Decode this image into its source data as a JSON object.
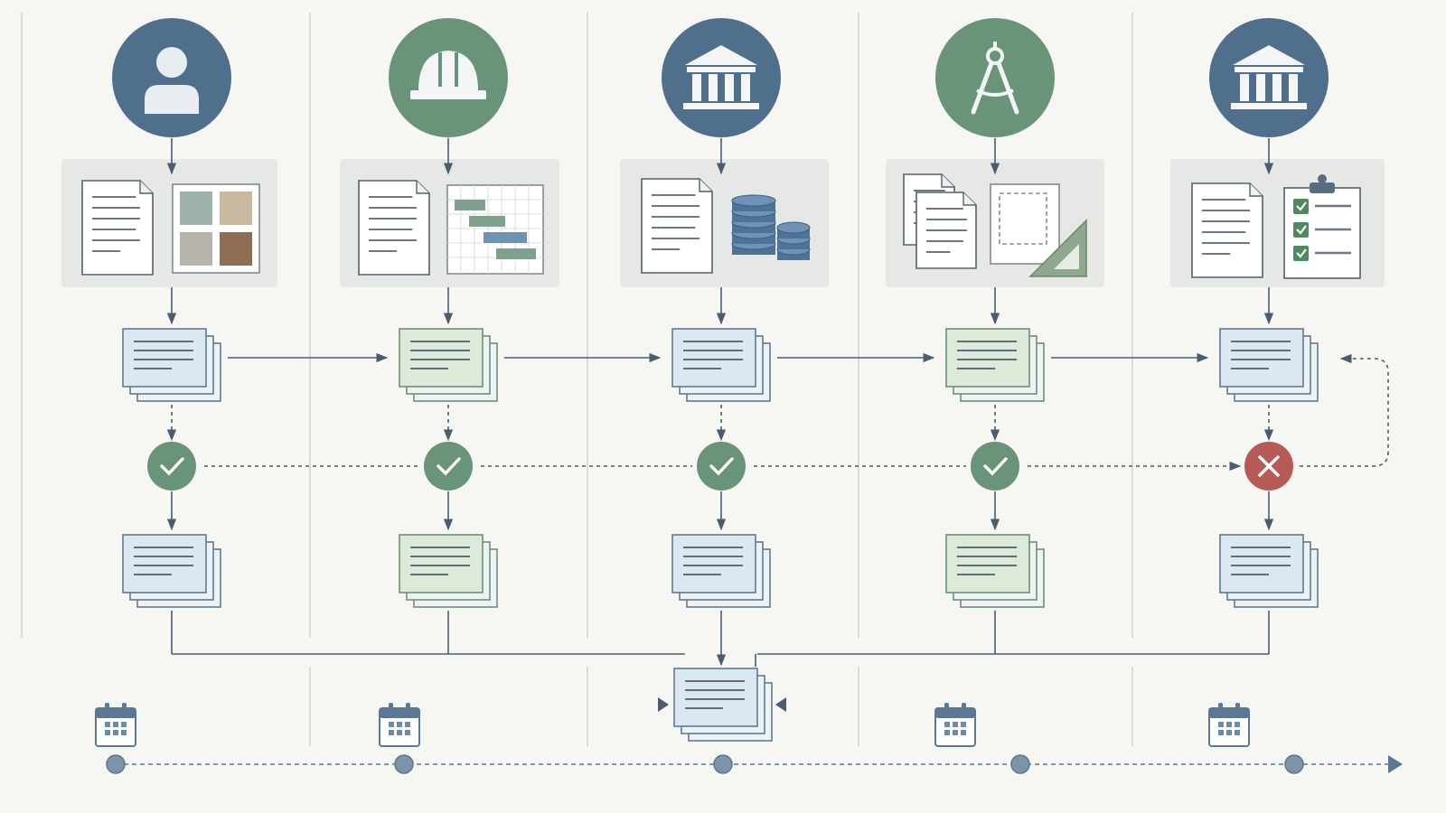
{
  "theme": {
    "background": "#f6f6f2",
    "blue": "#4f6f8c",
    "green": "#6a9479",
    "red": "#b75a57",
    "line": "#4a5d70",
    "doc_blue": "#dce8f1",
    "doc_green": "#dde9d9",
    "panel": "#e6e8e6"
  },
  "lanes": [
    {
      "role_icon": "person-icon",
      "role_color": "blue",
      "inputs": [
        "document-icon",
        "material-samples-icon"
      ],
      "package_color": "blue",
      "review": "approved",
      "revision_color": "blue",
      "has_calendar": true
    },
    {
      "role_icon": "hard-hat-icon",
      "role_color": "green",
      "inputs": [
        "document-icon",
        "gantt-schedule-icon"
      ],
      "package_color": "green",
      "review": "approved",
      "revision_color": "green",
      "has_calendar": true
    },
    {
      "role_icon": "government-building-icon",
      "role_color": "blue",
      "inputs": [
        "document-icon",
        "coins-stack-icon"
      ],
      "package_color": "blue",
      "review": "approved",
      "revision_color": "blue",
      "has_calendar": false
    },
    {
      "role_icon": "drafting-compass-icon",
      "role_color": "green",
      "inputs": [
        "document-stack-icon",
        "blueprint-triangle-icon"
      ],
      "package_color": "green",
      "review": "approved",
      "revision_color": "green",
      "has_calendar": true
    },
    {
      "role_icon": "government-building-icon",
      "role_color": "blue",
      "inputs": [
        "document-icon",
        "checklist-clipboard-icon"
      ],
      "package_color": "blue",
      "review": "rejected",
      "revision_color": "blue",
      "has_calendar": true
    }
  ],
  "review_icons": {
    "approved": "checkmark-icon",
    "rejected": "cross-icon"
  },
  "final_package": {
    "icon": "document-stack-icon",
    "color": "blue"
  },
  "timeline": {
    "milestones": 5,
    "arrow_icon": "arrow-right-icon"
  }
}
